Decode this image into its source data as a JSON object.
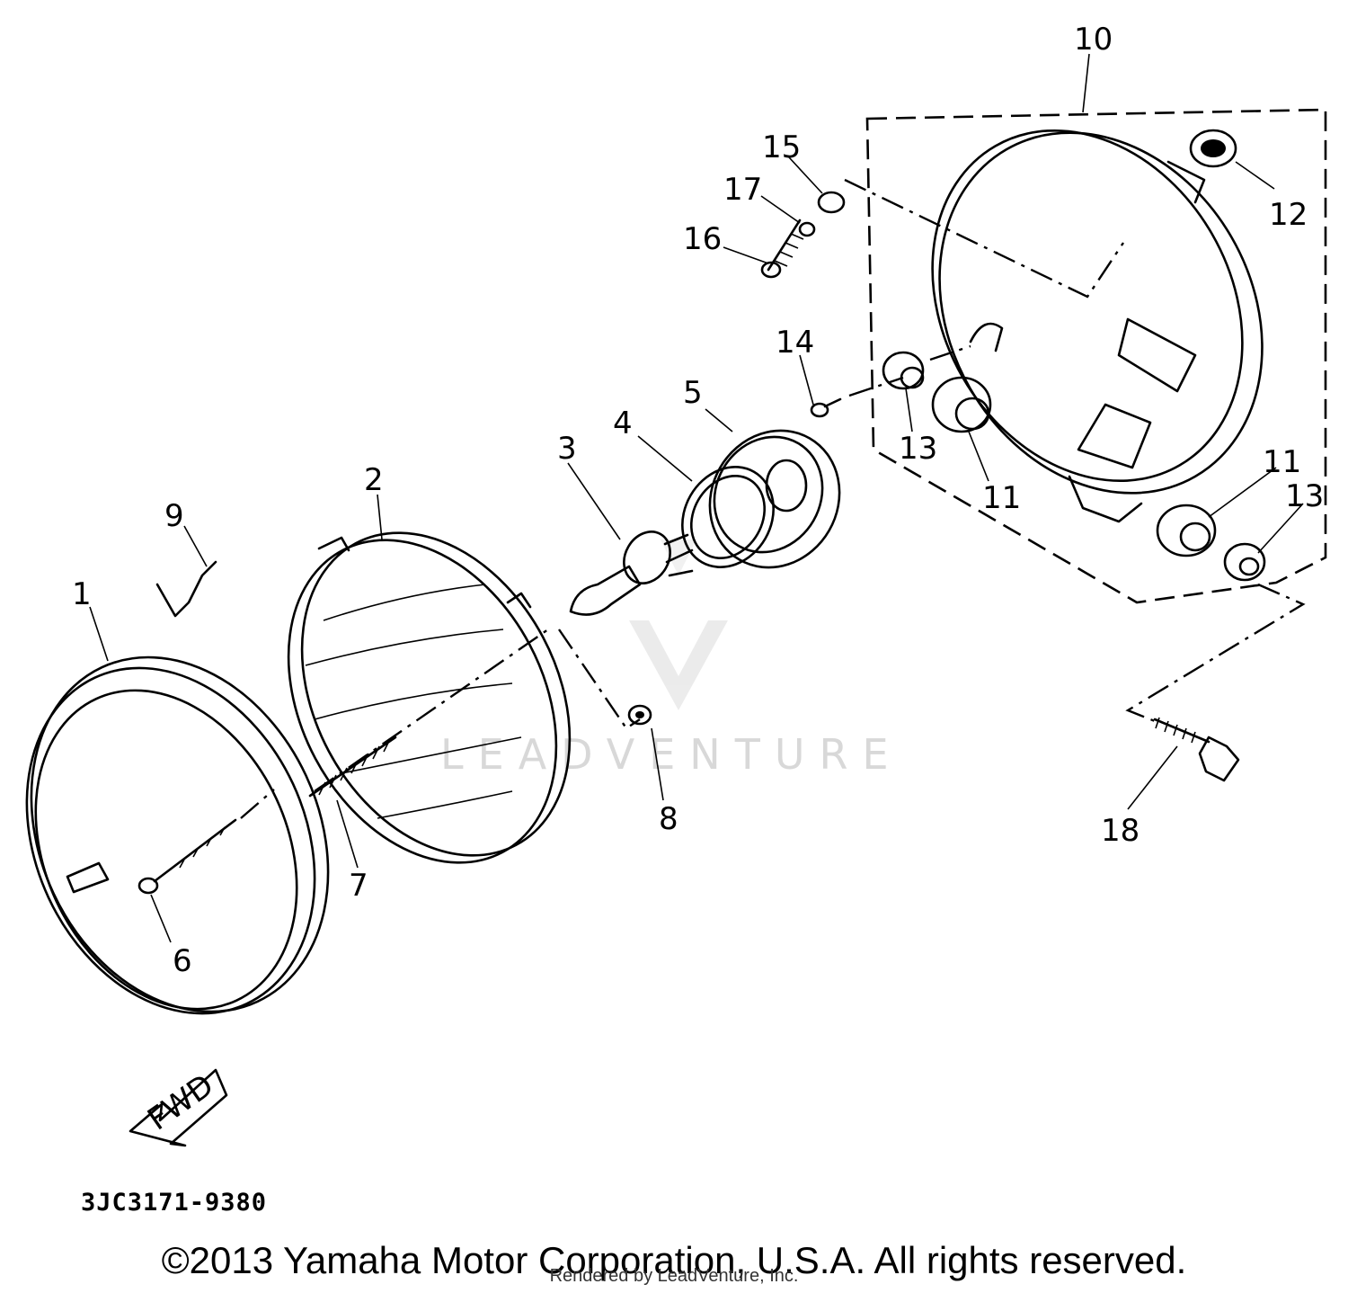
{
  "callouts": [
    "1",
    "2",
    "3",
    "4",
    "5",
    "6",
    "7",
    "8",
    "9",
    "10",
    "11",
    "11",
    "12",
    "13",
    "13",
    "14",
    "15",
    "16",
    "17",
    "18"
  ],
  "arrow_label": "FWD",
  "watermark": "LEADVENTURE",
  "diagram_code": "3JC3171-9380",
  "copyright": "©2013 Yamaha Motor Corporation, U.S.A. All rights reserved.",
  "rendered_by": "Rendered by LeadVenture, Inc."
}
